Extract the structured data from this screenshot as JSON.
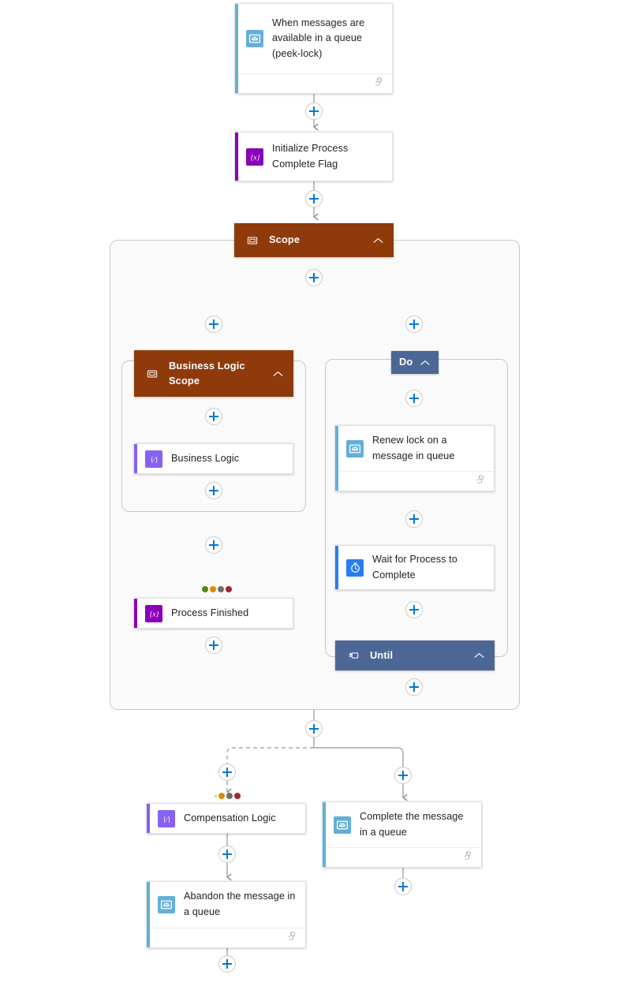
{
  "workflow": {
    "title": "Service Bus peek-lock workflow"
  },
  "colors": {
    "scope_header": "#8E3A0B",
    "loop_header": "#4C6795",
    "servicebus_icon": "#64AEDA",
    "variable_icon": "#8A00B8",
    "inline_code_icon": "#8661F2",
    "delay_icon": "#2A7CF0",
    "plus_accent": "#0078D4",
    "card_border": "#E1E1E1",
    "frame_border": "#C8C8C8",
    "dot_green": "#4F8A10",
    "dot_orange": "#E08B00",
    "dot_gray": "#6E6E6E",
    "dot_red": "#A4262C"
  },
  "nodes": {
    "trigger": {
      "label": "When messages are available in a queue (peek-lock)",
      "icon": "service-bus-icon",
      "accent": "#64AEDA",
      "has_retry_footer": true,
      "retry_icon": "retry-policy-icon"
    },
    "init_flag": {
      "label": "Initialize Process Complete Flag",
      "icon": "variable-icon",
      "accent": "#8A00B8",
      "has_retry_footer": false
    },
    "scope": {
      "label": "Scope",
      "icon": "scope-icon",
      "chevron": "chevron-up-icon",
      "header_color": "#8E3A0B"
    },
    "business_logic_scope": {
      "label": "Business Logic Scope",
      "icon": "scope-icon",
      "chevron": "chevron-up-icon",
      "header_color": "#8E3A0B"
    },
    "business_logic": {
      "label": "Business Logic",
      "icon": "inline-code-icon",
      "accent": "#8661F2",
      "has_retry_footer": false
    },
    "process_finished": {
      "label": "Process Finished",
      "icon": "variable-icon",
      "accent": "#8A00B8",
      "has_retry_footer": false,
      "run_after_dots": [
        "#4F8A10",
        "#E08B00",
        "#6E6E6E",
        "#A4262C"
      ]
    },
    "do_loop": {
      "label": "Do",
      "chevron": "chevron-up-icon",
      "header_color": "#4C6795"
    },
    "renew_lock": {
      "label": "Renew lock on a message in queue",
      "icon": "service-bus-icon",
      "accent": "#64AEDA",
      "has_retry_footer": true,
      "retry_icon": "retry-policy-icon"
    },
    "wait_for_process": {
      "label": "Wait for Process to Complete",
      "icon": "delay-clock-icon",
      "accent": "#2A7CF0",
      "has_retry_footer": false
    },
    "until_loop": {
      "label": "Until",
      "icon": "until-loop-icon",
      "chevron": "chevron-up-icon",
      "header_color": "#4C6795"
    },
    "compensation_logic": {
      "label": "Compensation Logic",
      "icon": "inline-code-icon",
      "accent": "#8661F2",
      "has_retry_footer": false,
      "run_after_dots": [
        "#BFBFBF",
        "#E08B00",
        "#6E6E6E",
        "#A4262C"
      ]
    },
    "abandon_message": {
      "label": "Abandon the message in a queue",
      "icon": "service-bus-icon",
      "accent": "#64AEDA",
      "has_retry_footer": true,
      "retry_icon": "retry-policy-icon"
    },
    "complete_message": {
      "label": "Complete the message in a queue",
      "icon": "service-bus-icon",
      "accent": "#64AEDA",
      "has_retry_footer": true,
      "retry_icon": "retry-policy-icon"
    }
  },
  "add_buttons": [
    {
      "name": "add-step-after-trigger"
    },
    {
      "name": "add-step-after-init-flag"
    },
    {
      "name": "add-step-inside-scope"
    },
    {
      "name": "add-step-before-business-logic-scope"
    },
    {
      "name": "add-step-before-do-loop"
    },
    {
      "name": "add-step-inside-business-logic-scope"
    },
    {
      "name": "add-step-after-business-logic"
    },
    {
      "name": "add-step-before-process-finished"
    },
    {
      "name": "add-step-after-process-finished"
    },
    {
      "name": "add-step-inside-do-loop"
    },
    {
      "name": "add-step-after-renew-lock"
    },
    {
      "name": "add-step-after-wait-for-process"
    },
    {
      "name": "add-step-after-until-loop"
    },
    {
      "name": "add-step-after-scope"
    },
    {
      "name": "add-step-before-compensation-logic"
    },
    {
      "name": "add-step-before-complete-message"
    },
    {
      "name": "add-step-after-compensation-logic"
    },
    {
      "name": "add-step-after-abandon-message"
    },
    {
      "name": "add-step-after-complete-message"
    }
  ]
}
